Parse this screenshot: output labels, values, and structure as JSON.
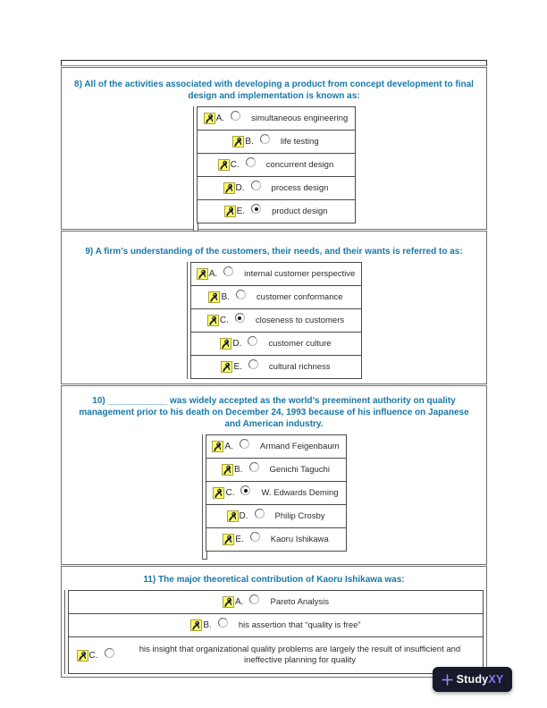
{
  "page": {
    "kind": "multiple-choice quiz page",
    "colors": {
      "question_text": "#1878a8",
      "option_icon_yellow": "#ffff66",
      "option_icon_border": "#a8a040",
      "logo_background": "#181a2b",
      "logo_purple": "#8577f3",
      "logo_plus": "#9c8cf7"
    }
  },
  "icons": {
    "option_marker": "writer-icon",
    "logo_plus": "plus-icon"
  },
  "questions": [
    {
      "heading": "8) All of the activities associated with developing a product from concept development to final design and implementation is known as:",
      "options": [
        {
          "label": "A.",
          "text": "simultaneous engineering",
          "selected": false
        },
        {
          "label": "B.",
          "text": "life testing",
          "selected": false
        },
        {
          "label": "C.",
          "text": "concurrent design",
          "selected": false
        },
        {
          "label": "D.",
          "text": "process design",
          "selected": false
        },
        {
          "label": "E.",
          "text": "product design",
          "selected": true
        }
      ]
    },
    {
      "heading": "9) A firm’s understanding of the customers, their needs, and their wants is referred to as:",
      "options": [
        {
          "label": "A.",
          "text": "internal customer perspective",
          "selected": false
        },
        {
          "label": "B.",
          "text": "customer conformance",
          "selected": false
        },
        {
          "label": "C.",
          "text": "closeness to customers",
          "selected": true
        },
        {
          "label": "D.",
          "text": "customer culture",
          "selected": false
        },
        {
          "label": "E.",
          "text": "cultural richness",
          "selected": false
        }
      ]
    },
    {
      "heading": "10) ____________ was widely accepted as the world’s preeminent authority on quality management prior to his death on December 24, 1993 because of his influence on Japanese and American industry.",
      "options": [
        {
          "label": "A.",
          "text": "Armand Feigenbaum",
          "selected": false
        },
        {
          "label": "B.",
          "text": "Genichi Taguchi",
          "selected": false
        },
        {
          "label": "C.",
          "text": "W. Edwards Deming",
          "selected": true
        },
        {
          "label": "D.",
          "text": "Philip Crosby",
          "selected": false
        },
        {
          "label": "E.",
          "text": "Kaoru Ishikawa",
          "selected": false
        }
      ]
    },
    {
      "heading": "11) The major theoretical contribution of Kaoru Ishikawa was:",
      "options": [
        {
          "label": "A.",
          "text": "Pareto Analysis",
          "selected": false
        },
        {
          "label": "B.",
          "text": "his assertion that “quality is free”",
          "selected": false
        },
        {
          "label": "C.",
          "text": "his insight that organizational quality problems are largely the result of insufficient and ineffective planning for quality",
          "selected": false
        }
      ]
    }
  ],
  "branding": {
    "study": "Study",
    "xy": "XY"
  }
}
